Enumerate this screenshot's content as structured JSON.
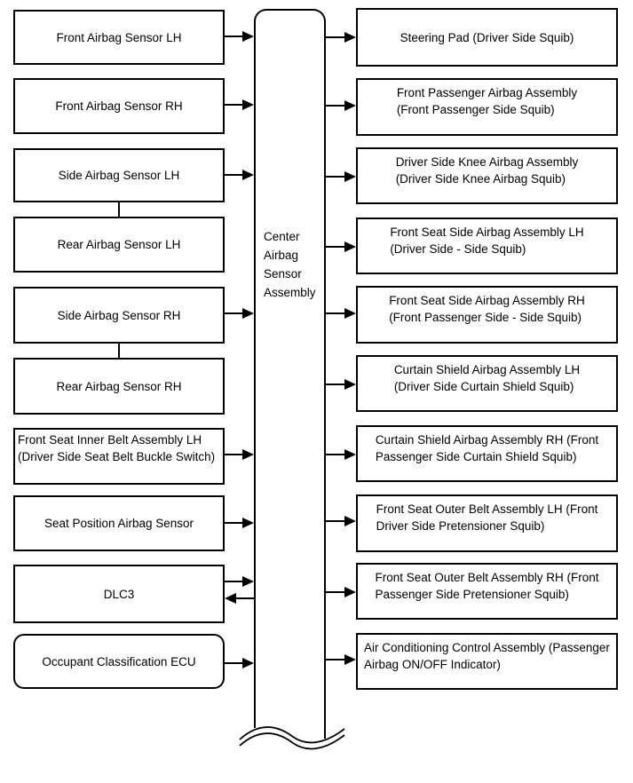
{
  "colors": {
    "line": "#000000",
    "background": "#ffffff",
    "text": "#000000"
  },
  "center_unit": {
    "label": "Center\nAirbag\nSensor\nAssembly"
  },
  "left_items": [
    {
      "label": "Front Airbag Sensor LH"
    },
    {
      "label": "Front Airbag Sensor RH"
    },
    {
      "label": "Side Airbag Sensor LH"
    },
    {
      "label": "Rear Airbag Sensor LH"
    },
    {
      "label": "Side Airbag Sensor RH"
    },
    {
      "label": "Rear Airbag Sensor RH"
    },
    {
      "label": "Front Seat Inner Belt Assembly LH\n(Driver Side Seat Belt Buckle Switch)"
    },
    {
      "label": "Seat Position Airbag Sensor"
    },
    {
      "label": "DLC3"
    },
    {
      "label": "Occupant Classification ECU"
    }
  ],
  "right_items": [
    {
      "label": "Steering Pad (Driver Side Squib)"
    },
    {
      "label": "Front Passenger Airbag Assembly\n(Front Passenger Side Squib)"
    },
    {
      "label": "Driver Side Knee Airbag Assembly\n(Driver Side Knee Airbag Squib)"
    },
    {
      "label": "Front Seat Side Airbag Assembly LH\n(Driver Side - Side Squib)"
    },
    {
      "label": "Front Seat Side Airbag Assembly RH\n(Front Passenger Side - Side Squib)"
    },
    {
      "label": "Curtain Shield Airbag Assembly LH\n(Driver Side Curtain Shield Squib)"
    },
    {
      "label": "Curtain Shield Airbag Assembly RH (Front\nPassenger Side Curtain Shield Squib)"
    },
    {
      "label": "Front Seat Outer Belt Assembly LH (Front\nDriver Side Pretensioner Squib)"
    },
    {
      "label": "Front Seat Outer Belt Assembly RH (Front\nPassenger Side Pretensioner Squib)"
    },
    {
      "label": "Air Conditioning Control Assembly (Passenger\nAirbag ON/OFF Indicator)"
    }
  ]
}
